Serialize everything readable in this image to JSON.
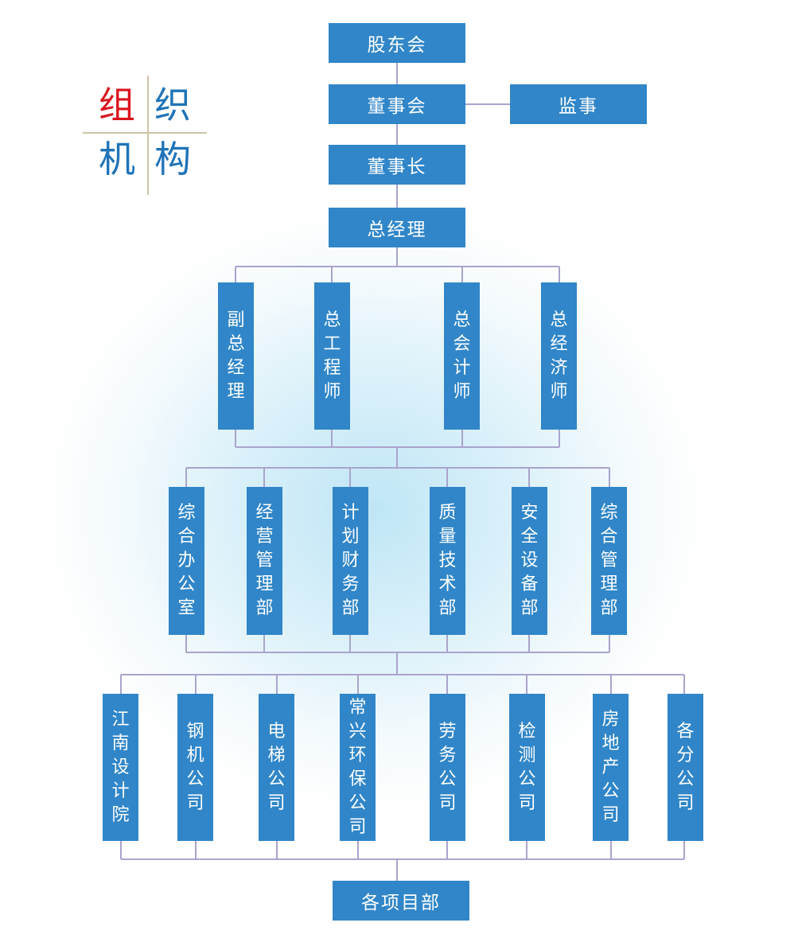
{
  "title": {
    "chars": [
      "组",
      "织",
      "机",
      "构"
    ],
    "colors": [
      "#d9141e",
      "#1f73b8",
      "#1f73b8",
      "#1f73b8"
    ]
  },
  "colors": {
    "box": "#3086c8",
    "line": "#aaa4cc"
  },
  "top": {
    "shareholders": "股东会",
    "board": "董事会",
    "supervisor": "监事",
    "chairman": "董事长",
    "gm": "总经理"
  },
  "executives": [
    "副总经理",
    "总工程师",
    "总会计师",
    "总经济师"
  ],
  "departments": [
    "综合办公室",
    "经营管理部",
    "计划财务部",
    "质量技术部",
    "安全设备部",
    "综合管理部"
  ],
  "companies": [
    "江南设计院",
    "钢机公司",
    "电梯公司",
    "常兴环保公司",
    "劳务公司",
    "检测公司",
    "房地产公司",
    "各分公司"
  ],
  "projects": "各项目部"
}
